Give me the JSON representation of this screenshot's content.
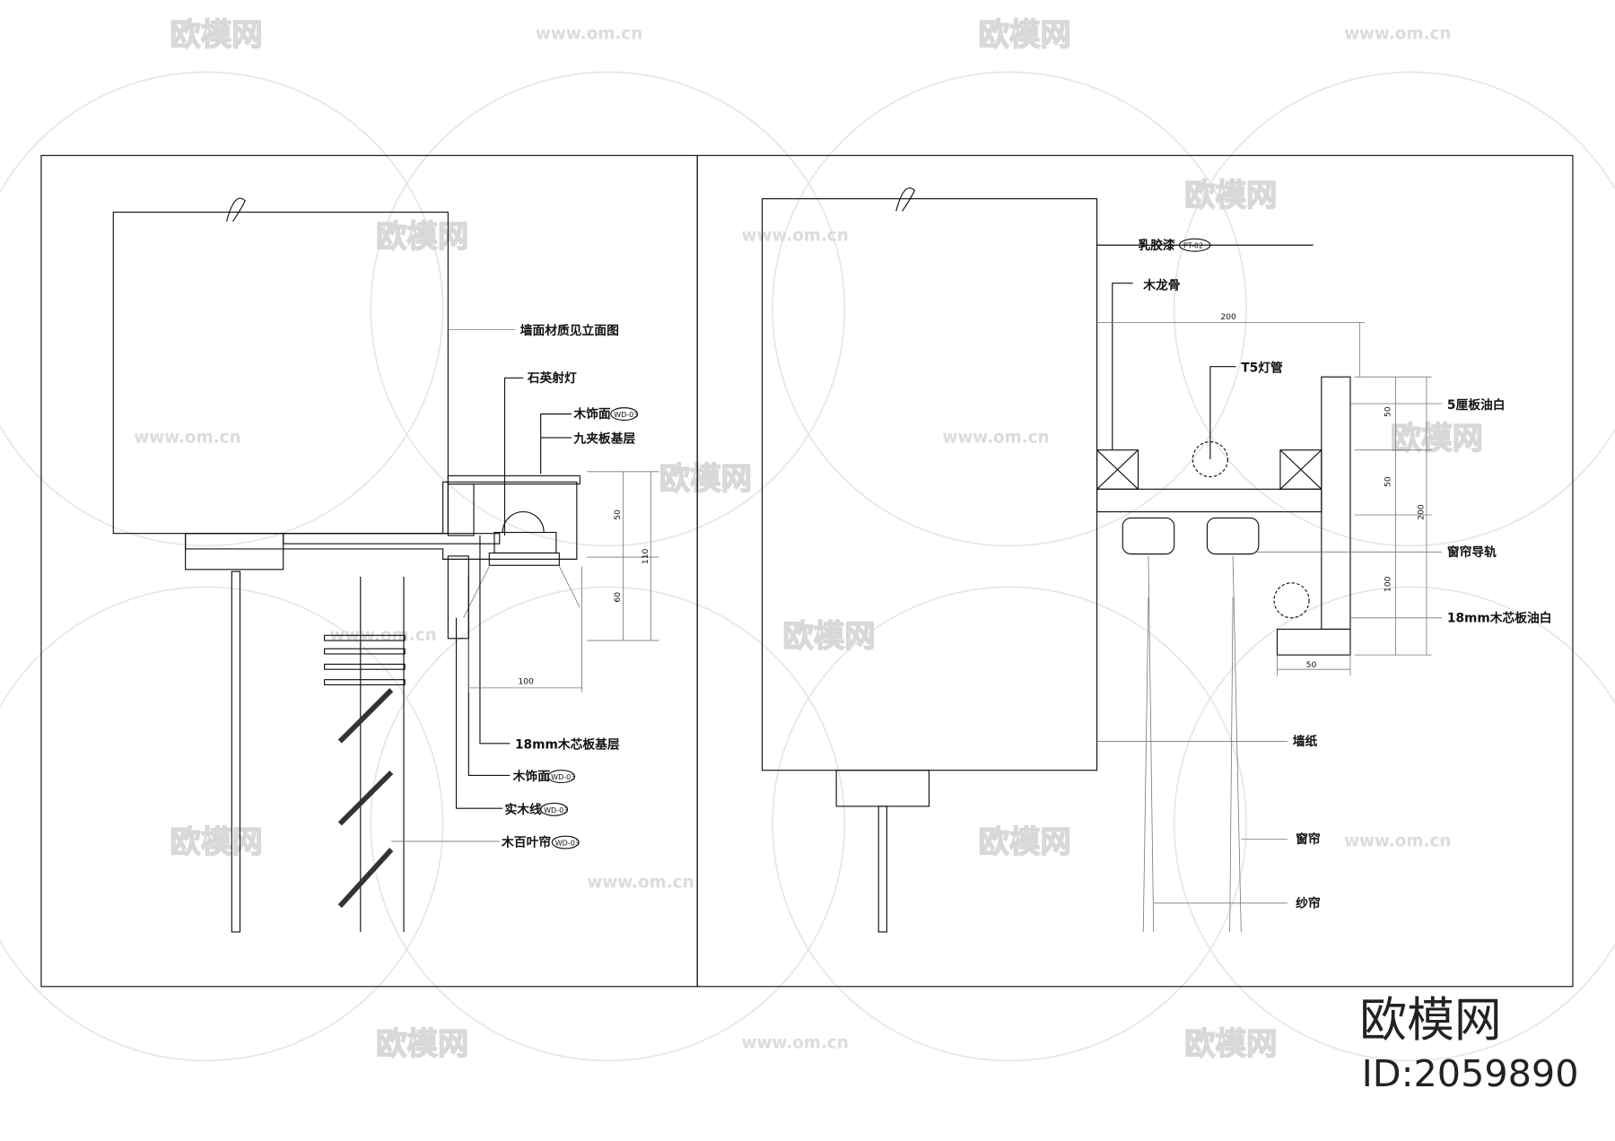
{
  "watermark": {
    "brand": "欧模网",
    "url": "www.om.cn",
    "id": "ID:2059890"
  },
  "left_detail": {
    "labels": {
      "wall_material": "墙面材质见立面图",
      "quartz_spotlight": "石英射灯",
      "wood_veneer_top": "木饰面",
      "plywood_base": "九夹板基层",
      "blockboard_base": "18mm木芯板基层",
      "wood_veneer": "木饰面",
      "solid_wood_trim": "实木线",
      "wood_blinds": "木百叶帘"
    },
    "tags": {
      "wd03": "WD-03"
    },
    "dimensions": {
      "d50": "50",
      "d60": "60",
      "d110": "110",
      "d100": "100"
    }
  },
  "right_detail": {
    "labels": {
      "latex_paint": "乳胶漆",
      "wood_keel": "木龙骨",
      "t5_tube": "T5灯管",
      "plywood_5mm_white": "5厘板油白",
      "curtain_track": "窗帘导轨",
      "blockboard_white": "18mm木芯板油白",
      "wallpaper": "墙纸",
      "curtain": "窗帘",
      "sheer_curtain": "纱帘"
    },
    "tags": {
      "pt02": "PT-02"
    },
    "dimensions": {
      "d200_top": "200",
      "d50_a": "50",
      "d50_b": "50",
      "d100": "100",
      "d200_side": "200",
      "d50_bottom": "50"
    }
  }
}
